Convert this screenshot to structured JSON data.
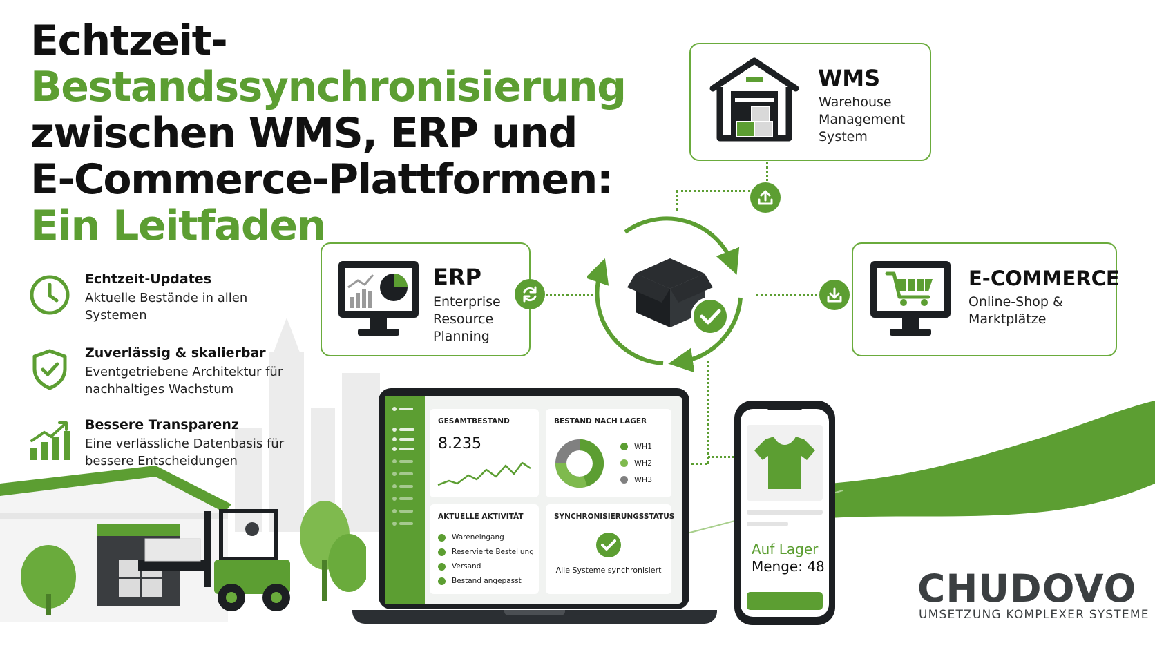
{
  "title": {
    "line1": "Echtzeit-",
    "line2": "Bestandssynchronisierung",
    "line3": "zwischen WMS, ERP und",
    "line4": "E-Commerce-Plattformen:",
    "line5": "Ein Leitfaden"
  },
  "features": [
    {
      "icon": "clock-icon",
      "title": "Echtzeit-Updates",
      "desc": "Aktuelle Bestände in allen Systemen"
    },
    {
      "icon": "shield-check-icon",
      "title": "Zuverlässig & skalierbar",
      "desc": "Eventgetriebene Architektur für nachhaltiges Wachstum"
    },
    {
      "icon": "growth-chart-icon",
      "title": "Bessere Transparenz",
      "desc": "Eine verlässliche Datenbasis für bessere Entscheidungen"
    }
  ],
  "systems": {
    "wms": {
      "name": "WMS",
      "sub": "Warehouse Management System",
      "icon": "warehouse-icon"
    },
    "erp": {
      "name": "ERP",
      "sub": "Enterprise Resource Planning",
      "icon": "monitor-chart-icon"
    },
    "ecommerce": {
      "name": "E-COMMERCE",
      "sub": "Online-Shop & Marktplätze",
      "icon": "monitor-cart-icon"
    }
  },
  "dashboard": {
    "total": {
      "title": "GESAMTBESTAND",
      "value": "8.235"
    },
    "by_warehouse": {
      "title": "BESTAND NACH LAGER",
      "items": [
        {
          "label": "WH1",
          "color": "#5c9e32"
        },
        {
          "label": "WH2",
          "color": "#7fba4e"
        },
        {
          "label": "WH3",
          "color": "#808080"
        }
      ]
    },
    "activity": {
      "title": "AKTUELLE AKTIVITÄT",
      "items": [
        "Wareneingang",
        "Reservierte Bestellung",
        "Versand",
        "Bestand angepasst"
      ]
    },
    "sync": {
      "title": "SYNCHRONISIERUNGSSTATUS",
      "text": "Alle Systeme synchronisiert"
    }
  },
  "phone": {
    "status": "Auf Lager",
    "quantity": "Menge: 48"
  },
  "brand": {
    "name": "CHUDOVO",
    "tagline": "UMSETZUNG KOMPLEXER SYSTEME"
  },
  "colors": {
    "accent": "#5c9e32",
    "dark": "#1c1f22",
    "text": "#151515"
  }
}
